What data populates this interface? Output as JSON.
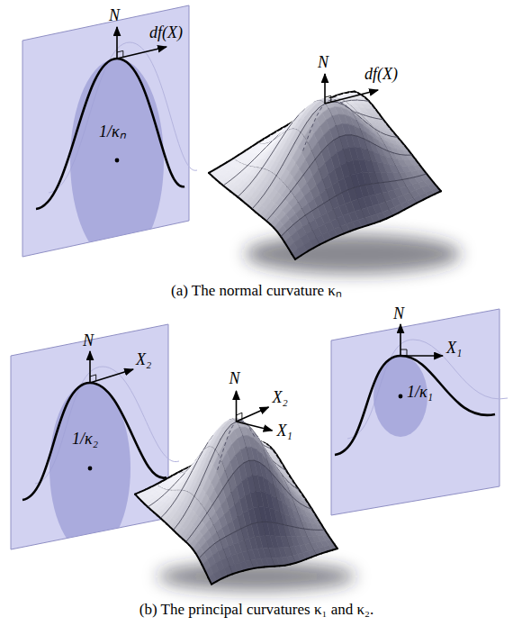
{
  "diagram": {
    "labels": [
      "N",
      "df(X)",
      "1/κₙ",
      "N",
      "df(X)",
      "(a) The normal curvature κₙ",
      "N",
      "X₂",
      "1/κ₂",
      "N",
      "X₂",
      "X₁",
      "N",
      "X₁",
      "1/κ₁",
      "(b) The principal curvatures κ₁ and κ₂."
    ]
  }
}
